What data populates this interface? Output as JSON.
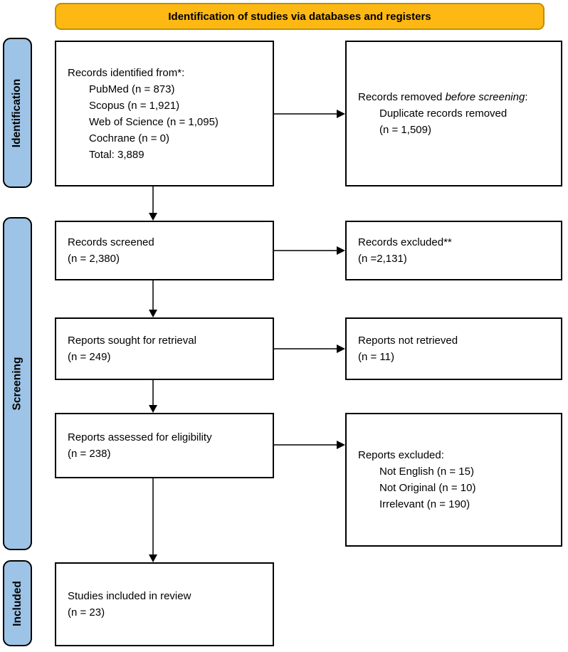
{
  "banner": {
    "label": "Identification of studies via databases and registers"
  },
  "colors": {
    "banner_bg": "#FDB813",
    "banner_border": "#BF9000",
    "stage_bg": "#9DC3E6",
    "box_border": "#000000",
    "arrow": "#000000"
  },
  "stages": {
    "identification": "Identification",
    "screening": "Screening",
    "included": "Included"
  },
  "boxes": {
    "records_identified": {
      "title": "Records identified from*:",
      "lines": [
        "PubMed (n = 873)",
        "Scopus (n = 1,921)",
        "Web of Science (n = 1,095)",
        "Cochrane (n = 0)",
        "Total: 3,889"
      ]
    },
    "records_removed": {
      "prefix": "Records removed ",
      "italic": "before screening",
      "suffix": ":",
      "lines": [
        "Duplicate records removed",
        "(n = 1,509)"
      ]
    },
    "records_screened": {
      "line1": "Records screened",
      "line2": "(n = 2,380)"
    },
    "records_excluded": {
      "line1": "Records excluded**",
      "line2": "(n =2,131)"
    },
    "reports_sought": {
      "line1": "Reports sought for retrieval",
      "line2": "(n = 249)"
    },
    "reports_not_retrieved": {
      "line1": "Reports not retrieved",
      "line2": "(n = 11)"
    },
    "reports_assessed": {
      "line1": "Reports assessed for eligibility",
      "line2": "(n = 238)"
    },
    "reports_excluded": {
      "title": "Reports excluded:",
      "lines": [
        "Not English (n = 15)",
        "Not Original (n = 10)",
        "Irrelevant (n = 190)"
      ]
    },
    "studies_included": {
      "line1": "Studies included in review",
      "line2": "(n = 23)"
    }
  }
}
